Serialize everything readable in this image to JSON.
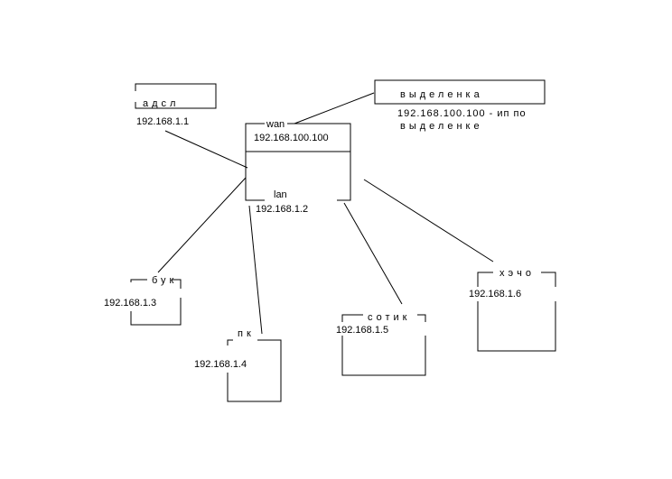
{
  "router": {
    "wan_label": "wan",
    "wan_ip": "192.168.100.100",
    "lan_label": "lan",
    "lan_ip": "192.168.1.2"
  },
  "adsl": {
    "label": "адсл",
    "ip": "192.168.1.1"
  },
  "dedicated": {
    "label": "выделенка",
    "note_line1": "192.168.100.100 - ип по",
    "note_line2": "выделенке"
  },
  "buk": {
    "label": "бук",
    "ip": "192.168.1.3"
  },
  "pk": {
    "label": "пк",
    "ip": "192.168.1.4"
  },
  "sotik": {
    "label": "сотик",
    "ip": "192.168.1.5"
  },
  "hecho": {
    "label": "хэчо",
    "ip": "192.168.1.6"
  }
}
